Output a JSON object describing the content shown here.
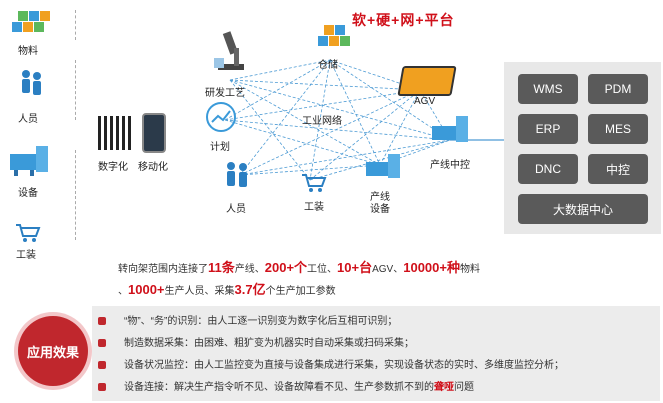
{
  "title": "软+硬+网+平台",
  "left_column": {
    "material": "物料",
    "personnel": "人员",
    "equipment": "设备",
    "tooling": "工装"
  },
  "center": {
    "digital": "数字化",
    "mobile": "移动化",
    "rnd": "研发工艺",
    "plan": "计划",
    "person": "人员",
    "warehouse": "仓储",
    "agv": "AGV",
    "iot": "工业网络",
    "tool": "工装",
    "line_device": "产线\n设备",
    "line_control": "产线中控"
  },
  "systems": [
    {
      "label": "WMS"
    },
    {
      "label": "PDM"
    },
    {
      "label": "ERP"
    },
    {
      "label": "MES"
    },
    {
      "label": "DNC"
    },
    {
      "label": "中控"
    },
    {
      "label": "大数据中心"
    }
  ],
  "stats": {
    "p1": "转向架范围内连接了",
    "v1": "11条",
    "p2": "产线、",
    "v2": "200+个",
    "p3": "工位、",
    "v3": "10+台",
    "p4": "AGV、",
    "v4": "10000+种",
    "p5": "物料",
    "p6": "、",
    "v5": "1000+",
    "p7": "生产人员、采集",
    "v6": "3.7亿",
    "p8": "个生产加工参数"
  },
  "effect": {
    "badge": "应用效果",
    "rows": [
      {
        "text": "“物”、“务”的识别：由人工逐一识别变为数字化后互相可识别；"
      },
      {
        "text": "制造数据采集：由困难、粗犷变为机器实时自动采集或扫码采集；"
      },
      {
        "text": "设备状况监控：由人工监控变为直接与设备集成进行采集，实现设备状态的实时、多维度监控分析；"
      },
      {
        "text_a": "设备连接：解决生产指令听不见、设备故障看不见、生产参数抓不到的",
        "text_hl": "聋哑",
        "text_b": "问题"
      }
    ]
  },
  "colors": {
    "accent": "#d0101a",
    "box": "#5a5a5a",
    "panel": "#e8e8e8",
    "badge": "#c0272d"
  }
}
